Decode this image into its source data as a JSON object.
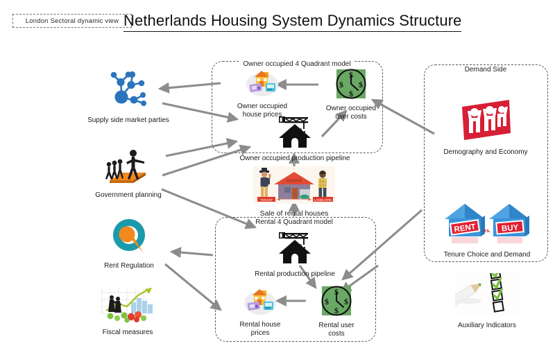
{
  "header": {
    "tag_label": "London Sectoral dynamic view",
    "title": "Netherlands Housing System Dynamics Structure"
  },
  "groups": [
    {
      "id": "owner_group",
      "label": "Owner occupied 4 Quadrant model"
    },
    {
      "id": "rental_group",
      "label": "Rental 4 Quadrant model"
    },
    {
      "id": "demand_group",
      "label": "Demand Side"
    }
  ],
  "left_column": [
    {
      "id": "supply_side",
      "label": "Supply side market parties",
      "icon": "network-nodes-icon"
    },
    {
      "id": "gov_planning",
      "label": "Government planning",
      "icon": "government-planning-icon"
    },
    {
      "id": "rent_regulation",
      "label": "Rent Regulation",
      "icon": "target-magnifier-icon"
    },
    {
      "id": "fiscal_measures",
      "label": "Fiscal measures",
      "icon": "growth-chart-icon"
    }
  ],
  "owner_group_nodes": [
    {
      "id": "oo_house_prices",
      "label": "Owner occupied\nhouse prices",
      "icon": "house-money-icon"
    },
    {
      "id": "oo_user_costs",
      "label": "Owner occupied\nuser costs",
      "icon": "dollar-clock-icon"
    },
    {
      "id": "oo_production",
      "label": "Owner occupied production pipeline",
      "icon": "crane-house-icon"
    }
  ],
  "rental_group_nodes": [
    {
      "id": "rental_production",
      "label": "Rental production pipeline",
      "icon": "crane-house-icon"
    },
    {
      "id": "rental_house_prices",
      "label": "Rental house\nprices",
      "icon": "house-money-icon"
    },
    {
      "id": "rental_user_costs",
      "label": "Rental user\ncosts",
      "icon": "dollar-clock-icon"
    }
  ],
  "middle_nodes": [
    {
      "id": "sale_rental_houses",
      "label": "Sale of rental houses",
      "icon": "tenant-landlord-house-icon",
      "badge_left": "TENANT",
      "badge_right": "LANDLORD"
    }
  ],
  "right_column": [
    {
      "id": "demography_economy",
      "label": "Demography and Economy",
      "icon": "people-red-icon"
    },
    {
      "id": "tenure_choice",
      "label": "Tenure Choice and Demand",
      "icon": "rent-vs-buy-icon",
      "sign_left": "RENT",
      "sign_mid": "vs.",
      "sign_right": "BUY"
    },
    {
      "id": "auxiliary_indicators",
      "label": "Auxiliary Indicators",
      "icon": "checklist-pencil-icon"
    }
  ],
  "colors": {
    "arrow": "#8c8c8c",
    "dashed_border": "#555555",
    "supply_blue": "#2b74bb",
    "gov_orange": "#f0891f",
    "target_teal": "#1b9aaa",
    "target_orange": "#f08a1d",
    "demo_red": "#d71f35",
    "rentbuy_blue": "#2f8fd6",
    "clock_green": "#6aa865",
    "title_black": "#111111"
  },
  "arrows": [
    {
      "id": "a-oohp-to-supply",
      "from": "oo_house_prices",
      "to": "supply_side"
    },
    {
      "id": "a-supply-to-oohp",
      "from": "supply_side",
      "to": "oo_house_prices"
    },
    {
      "id": "a-supply-to-ooprod",
      "from": "supply_side",
      "to": "oo_production"
    },
    {
      "id": "a-gov-to-ooprod",
      "from": "gov_planning",
      "to": "oo_production"
    },
    {
      "id": "a-gov-to-rentalprod",
      "from": "gov_planning",
      "to": "rental_production"
    },
    {
      "id": "a-rentreg-to-rentalhp",
      "from": "rent_regulation",
      "to": "rental_house_prices"
    },
    {
      "id": "a-rentalgroup-to-rentreg",
      "from": "rental_group",
      "to": "rent_regulation"
    },
    {
      "id": "a-fiscal-to-rentalhp",
      "from": "fiscal_measures",
      "to": "rental_house_prices"
    },
    {
      "id": "a-demand-to-oouc",
      "from": "demography_economy",
      "to": "oo_user_costs"
    },
    {
      "id": "a-ooprod-to-oouc",
      "from": "oo_production",
      "to": "oo_user_costs"
    },
    {
      "id": "a-oouc-to-oohp",
      "from": "oo_user_costs",
      "to": "oo_house_prices"
    },
    {
      "id": "a-sale-to-oogroup",
      "from": "sale_rental_houses",
      "to": "owner_group"
    },
    {
      "id": "a-sale-to-rentalgroup",
      "from": "rental_group",
      "to": "sale_rental_houses"
    },
    {
      "id": "a-tenure-to-rentalhp",
      "from": "tenure_choice",
      "to": "rental_house_prices"
    },
    {
      "id": "a-tenure-to-rentaluc",
      "from": "tenure_choice",
      "to": "rental_user_costs"
    },
    {
      "id": "a-rentalprod-to-rentaluc",
      "from": "rental_production",
      "to": "rental_user_costs"
    },
    {
      "id": "a-rentaluc-to-rentalhp",
      "from": "rental_user_costs",
      "to": "rental_house_prices"
    }
  ]
}
